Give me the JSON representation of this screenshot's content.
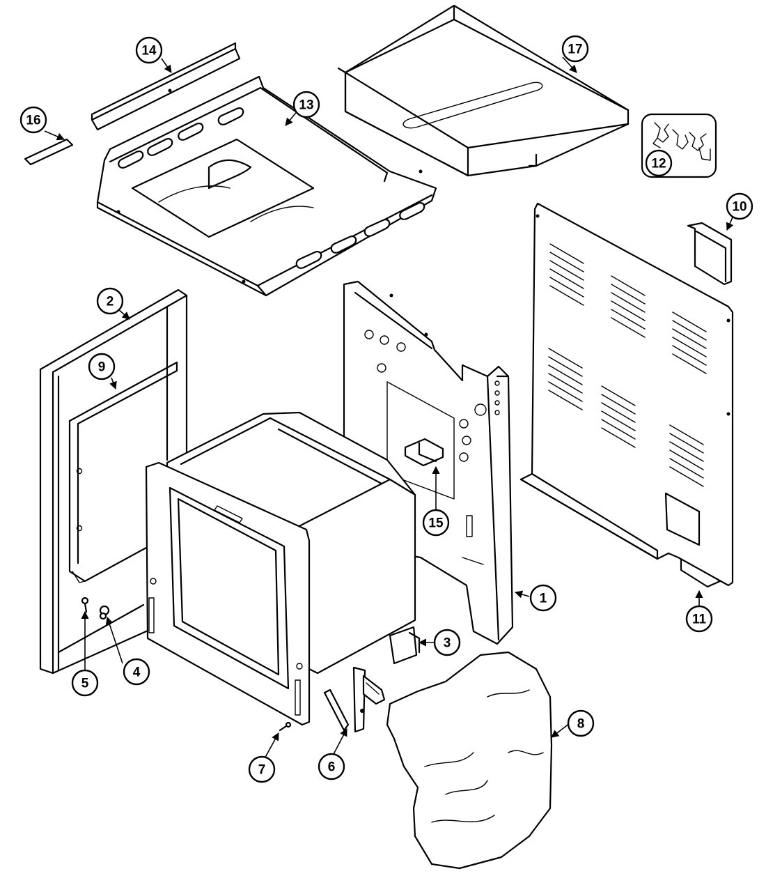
{
  "diagram": {
    "callouts": [
      {
        "num": "1"
      },
      {
        "num": "2"
      },
      {
        "num": "3"
      },
      {
        "num": "4"
      },
      {
        "num": "5"
      },
      {
        "num": "6"
      },
      {
        "num": "7"
      },
      {
        "num": "8"
      },
      {
        "num": "9"
      },
      {
        "num": "10"
      },
      {
        "num": "11"
      },
      {
        "num": "12"
      },
      {
        "num": "13"
      },
      {
        "num": "14"
      },
      {
        "num": "15"
      },
      {
        "num": "16"
      },
      {
        "num": "17"
      }
    ]
  }
}
